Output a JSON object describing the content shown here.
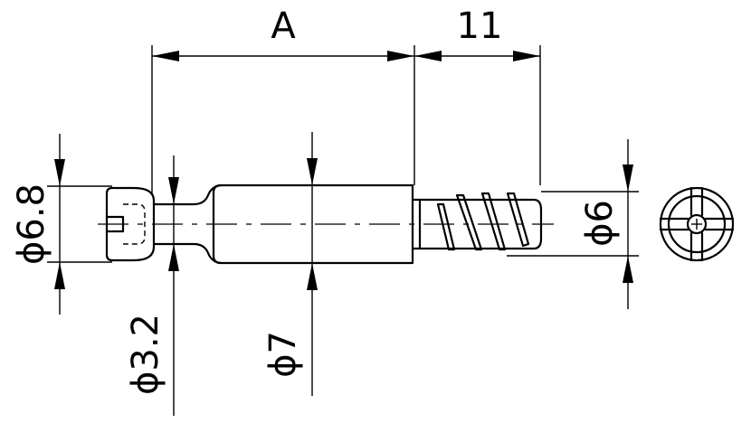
{
  "dimensions": {
    "length_a": "A",
    "length_11": "11",
    "dia_head": "ϕ6.8",
    "dia_neck": "ϕ3.2",
    "dia_body": "ϕ7",
    "dia_thread": "ϕ6"
  }
}
